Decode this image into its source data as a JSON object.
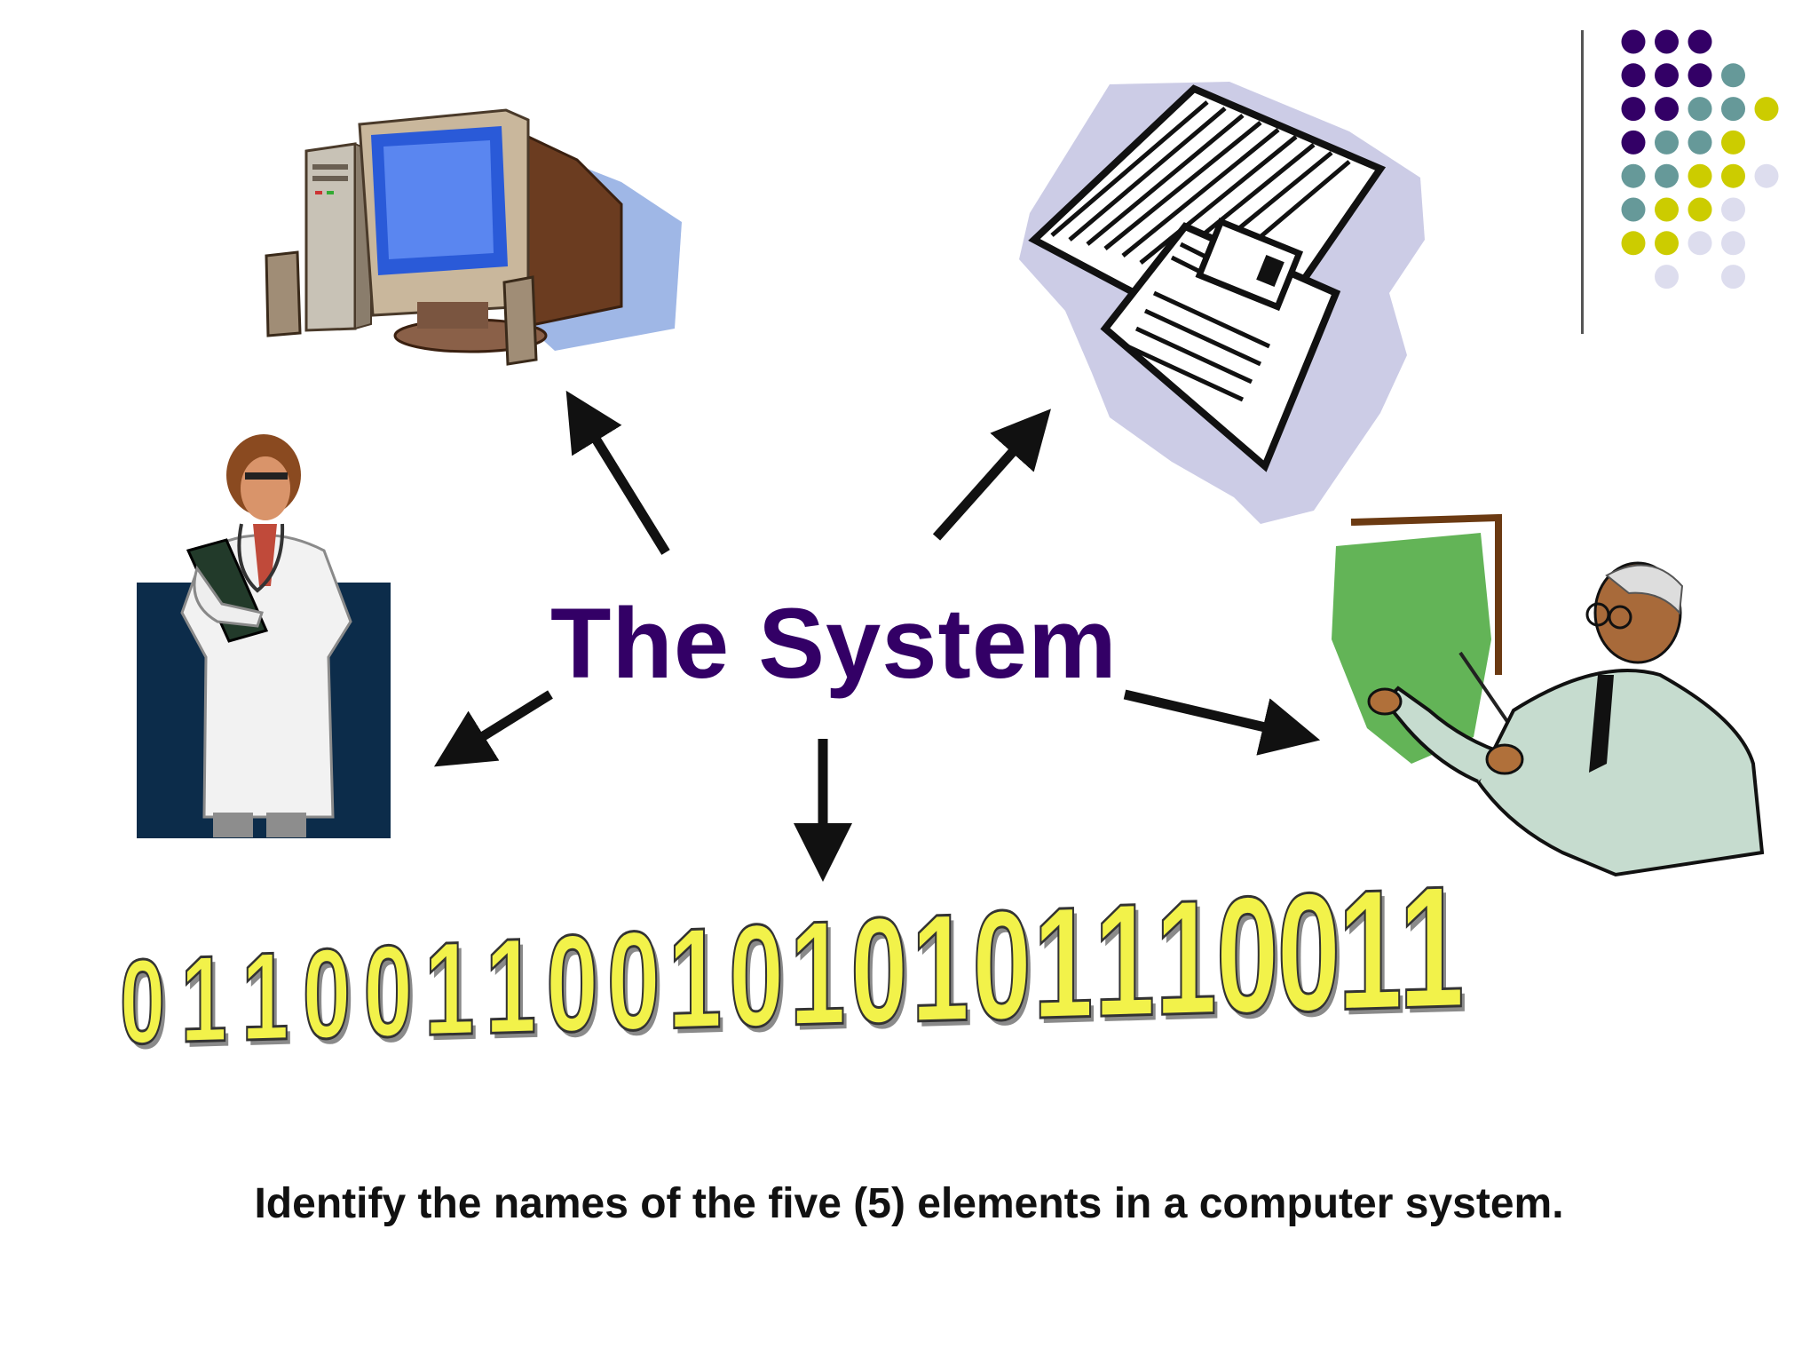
{
  "slide": {
    "title": "The System",
    "binary_text": "0110011001010101110011",
    "caption": "Identify the names of the five (5) elements in a computer system."
  },
  "elements": [
    {
      "icon": "computer-icon"
    },
    {
      "icon": "floppy-disks-icon"
    },
    {
      "icon": "doctor-user-icon"
    },
    {
      "icon": "teacher-presenter-icon"
    },
    {
      "icon": "binary-data-icon"
    }
  ],
  "colors": {
    "title": "#330066",
    "caption": "#111111",
    "binary_fill": "#f2f24a",
    "binary_outline": "#333333",
    "dot_purple": "#330066",
    "dot_teal": "#669999",
    "dot_olive": "#cccc00",
    "dot_lavender": "#ddddee"
  }
}
